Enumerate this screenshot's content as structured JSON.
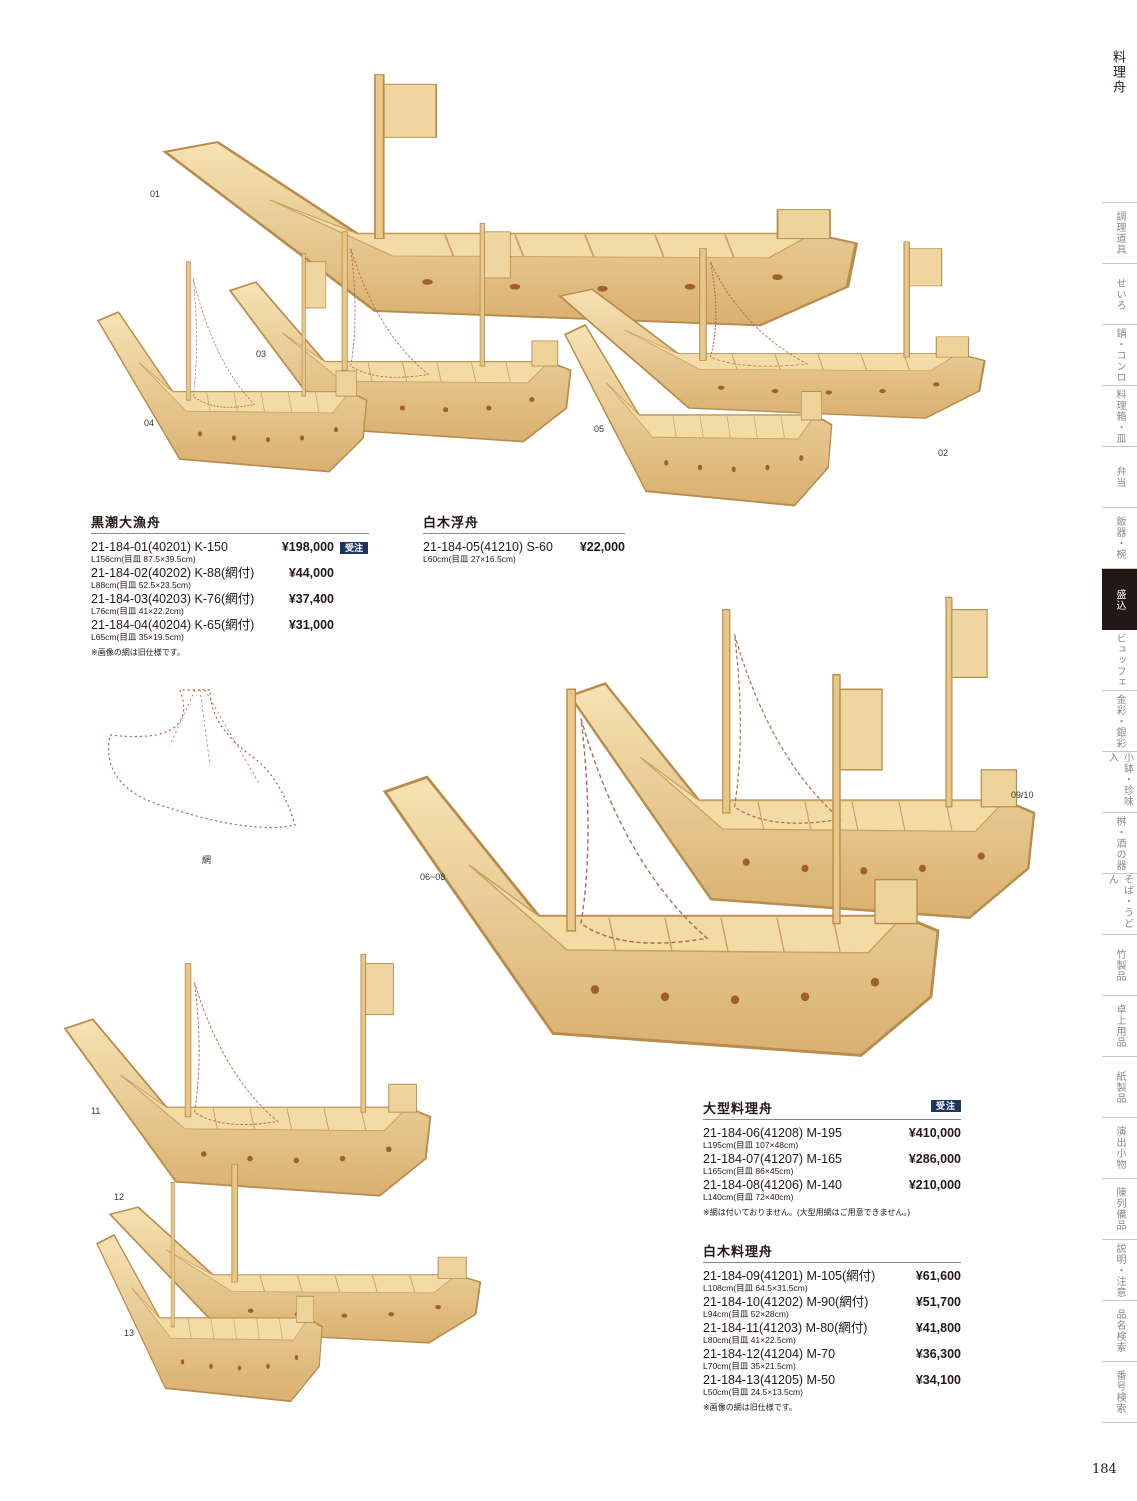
{
  "section_title": "料理舟",
  "page_number": "184",
  "sidebar": {
    "active_index": 6,
    "items": [
      "調理道具",
      "せいろ",
      "鍋・コンロ",
      "料理箱・皿",
      "弁当",
      "飯器・椀",
      "盛込",
      "ビュッフェ",
      "金彩・銀彩",
      "小鉢・珍味入",
      "桝・酒の器",
      "そば・うどん",
      "竹製品",
      "卓上用品",
      "紙製品",
      "演出小物",
      "陳列備品",
      "説明・注意",
      "品名検索",
      "番号検索"
    ]
  },
  "image_labels": {
    "b01": "01",
    "b02": "02",
    "b03": "03",
    "b04": "04",
    "b05": "05",
    "net": "網",
    "b06": "06~08",
    "b09": "09/10",
    "b11": "11",
    "b12": "12",
    "b13": "13"
  },
  "colors": {
    "wood": "#ecd39c",
    "badge": "#1c3660"
  },
  "kuroshio": {
    "title": "黒潮大漁舟",
    "badge": "受注",
    "items": [
      {
        "code": "21-184-01(40201) K-150",
        "price": "¥198,000",
        "size": "L156cm(目皿 87.5×39.5cm)"
      },
      {
        "code": "21-184-02(40202) K-88(網付)",
        "price": "¥44,000",
        "size": "L88cm(目皿 52.5×23.5cm)"
      },
      {
        "code": "21-184-03(40203) K-76(網付)",
        "price": "¥37,400",
        "size": "L76cm(目皿 41×22.2cm)"
      },
      {
        "code": "21-184-04(40204) K-65(網付)",
        "price": "¥31,000",
        "size": "L65cm(目皿 35×19.5cm)"
      }
    ],
    "note": "※画像の網は旧仕様です。"
  },
  "shiraki_uki": {
    "title": "白木浮舟",
    "items": [
      {
        "code": "21-184-05(41210) S-60",
        "price": "¥22,000",
        "size": "L60cm(目皿 27×16.5cm)"
      }
    ]
  },
  "ogata": {
    "title": "大型料理舟",
    "badge": "受注",
    "items": [
      {
        "code": "21-184-06(41208) M-195",
        "price": "¥410,000",
        "size": "L195cm(目皿 107×48cm)"
      },
      {
        "code": "21-184-07(41207) M-165",
        "price": "¥286,000",
        "size": "L165cm(目皿 86×45cm)"
      },
      {
        "code": "21-184-08(41206) M-140",
        "price": "¥210,000",
        "size": "L140cm(目皿 72×40cm)"
      }
    ],
    "note": "※網は付いておりません。(大型用網はご用意できません。)"
  },
  "shiraki_ryori": {
    "title": "白木料理舟",
    "items": [
      {
        "code": "21-184-09(41201) M-105(網付)",
        "price": "¥61,600",
        "size": "L108cm(目皿 64.5×31.5cm)"
      },
      {
        "code": "21-184-10(41202) M-90(網付)",
        "price": "¥51,700",
        "size": "L94cm(目皿 52×28cm)"
      },
      {
        "code": "21-184-11(41203) M-80(網付)",
        "price": "¥41,800",
        "size": "L80cm(目皿 41×22.5cm)"
      },
      {
        "code": "21-184-12(41204) M-70",
        "price": "¥36,300",
        "size": "L70cm(目皿 35×21.5cm)"
      },
      {
        "code": "21-184-13(41205) M-50",
        "price": "¥34,100",
        "size": "L50cm(目皿 24.5×13.5cm)"
      }
    ],
    "note": "※画像の網は旧仕様です。"
  }
}
